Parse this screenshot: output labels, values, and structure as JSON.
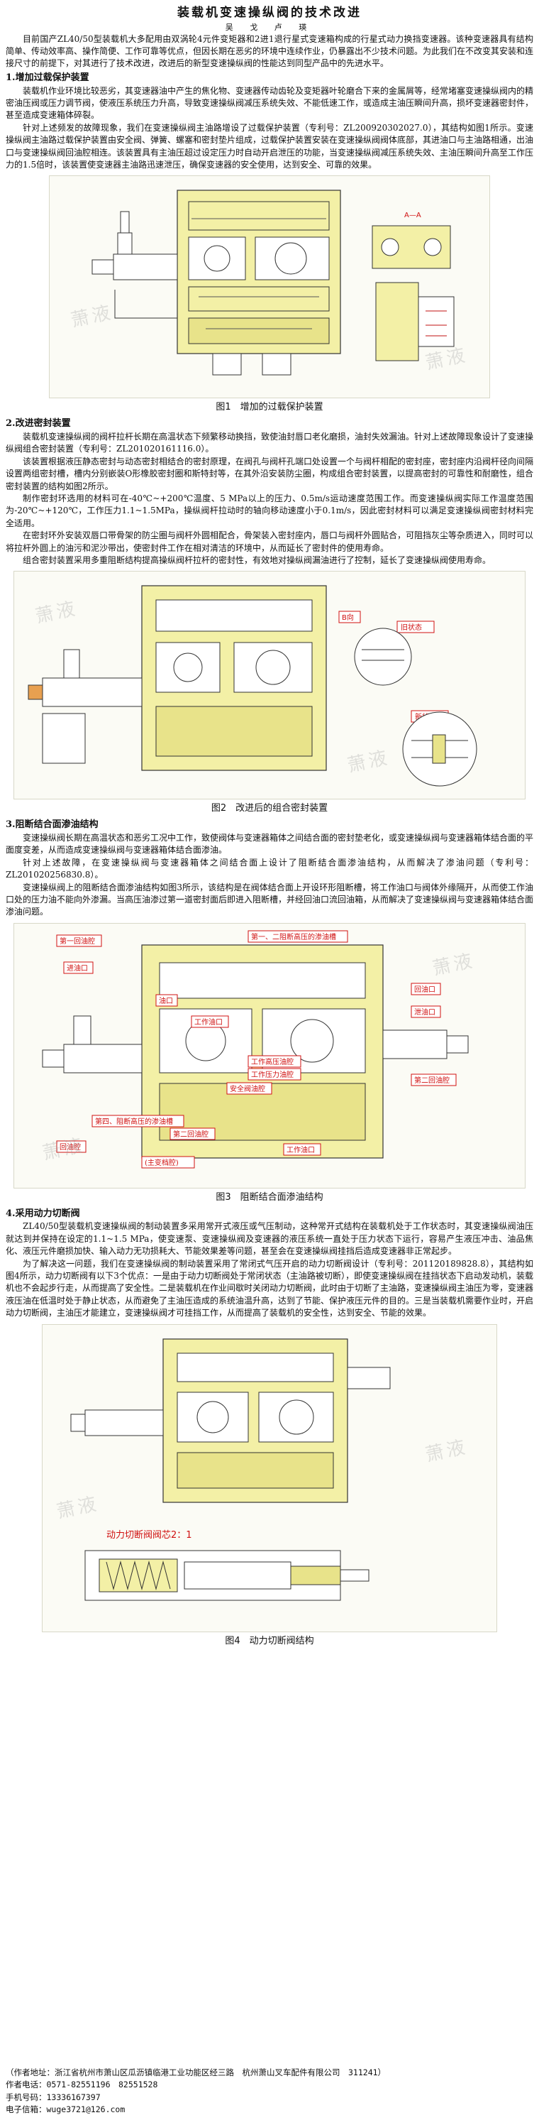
{
  "header": {
    "title": "装载机变速操纵阀的技术改进",
    "author": "吴 戈 卢 瑛"
  },
  "intro": "目前国产ZL40/50型装载机大多配用由双涡轮4元件变矩器和2进1退行星式变速箱构成的行星式动力换挡变速器。该种变速器具有结构简单、传动效率高、操作简便、工作可靠等优点，但因长期在恶劣的环境中连续作业，仍暴露出不少技术问题。为此我们在不改变其安装和连接尺寸的前提下，对其进行了技术改进，改进后的新型变速操纵阀的性能达到同型产品中的先进水平。",
  "sections": [
    {
      "heading": "1.增加过载保护装置",
      "paragraphs": [
        "装载机作业环境比较恶劣，其变速器油中产生的焦化物、变速器传动齿轮及变矩器叶轮磨合下来的金属屑等，经常堵塞变速操纵阀内的精密油压阀或压力调节阀，使液压系统压力升高，导致变速操纵阀减压系统失效、不能低速工作，或造成主油压瞬间升高，损坏变速器密封件，甚至造成变速箱体碎裂。",
        "针对上述频发的故障现象，我们在变速操纵阀主油路增设了过载保护装置（专利号：ZL200920302027.0），其结构如图1所示。变速操纵阀主油路过载保护装置由安全阀、弹簧、螺塞和密封垫片组成，过载保护装置安装在变速操纵阀阀体底部，其进油口与主油路相通，出油口与变速操纵阀回油腔相连。该装置具有主油压超过设定压力时自动开启泄压的功能，当变速操纵阀减压系统失效、主油压瞬间升高至工作压力的1.5倍时，该装置使变速器主油路迅速泄压，确保变速器的安全使用，达到安全、可靠的效果。"
      ],
      "figure": {
        "caption": "图1　增加的过载保护装置",
        "section_label": "A—A"
      }
    },
    {
      "heading": "2.改进密封装置",
      "paragraphs": [
        "装载机变速操纵阀的阀杆拉杆长期在高温状态下频繁移动换挡，致使油封唇口老化磨损，油封失效漏油。针对上述故障现象设计了变速操纵阀组合密封装置（专利号：ZL201020161116.0）。",
        "该装置根据液压静态密封与动态密封相结合的密封原理，在阀孔与阀杆孔端口处设置一个与阀杆相配的密封座，密封座内沿阀杆径向间隔设置两组密封槽，槽内分别嵌装O形橡胶密封圈和斯特封等，在其外沿安装防尘圈，构成组合密封装置，以提高密封的可靠性和耐磨性，组合密封装置的结构如图2所示。",
        "制作密封环选用的材料可在-40℃~+200℃温度、5 MPa以上的压力、0.5m/s运动速度范围工作。而变速操纵阀实际工作温度范围为-20℃~+120℃，工作压力1.1~1.5MPa，操纵阀杆拉动时的轴向移动速度小于0.1m/s，因此密封材料可以满足变速操纵阀密封材料完全适用。",
        "在密封环外安装双唇口带骨架的防尘圈与阀杆外圆相配合，骨架装入密封座内，唇口与阀杆外圆贴合，可阻挡灰尘等杂质进入，同时可以将拉杆外圆上的油污和泥沙带出，使密封件工作在相对清洁的环境中，从而延长了密封件的使用寿命。",
        "组合密封装置采用多重阻断结构提高操纵阀杆拉杆的密封性，有效地对操纵阀漏油进行了控制，延长了变速操纵阀使用寿命。"
      ],
      "figure": {
        "caption": "图2　改进后的组合密封装置",
        "labels": [
          "B向",
          "旧状态",
          "新状态"
        ]
      }
    },
    {
      "heading": "3.阻断结合面渗油结构",
      "paragraphs": [
        "变速操纵阀长期在高温状态和恶劣工况中工作，致使阀体与变速器箱体之间结合面的密封垫老化，或变速操纵阀与变速器箱体结合面的平面度变差，从而造成变速操纵阀与变速器箱体结合面渗油。",
        "针对上述故障，在变速操纵阀与变速器箱体之间结合面上设计了阻断结合面渗油结构，从而解决了渗油问题（专利号：ZL201020256830.8）。",
        "变速操纵阀上的阻断结合面渗油结构如图3所示，该结构是在阀体结合面上开设环形阻断槽，将工作油口与阀体外缘隔开，从而使工作油口处的压力油不能向外渗漏。当高压油渗过第一道密封面后即进入阻断槽，并经回油口流回油箱，从而解决了变速操纵阀与变速器箱体结合面渗油问题。"
      ],
      "figure": {
        "caption": "图3　阻断结合面渗油结构",
        "labels": [
          "第一回油腔",
          "第一、二阻断高压的渗油槽",
          "进油口",
          "回油口",
          "油口",
          "泄油口",
          "工作油口",
          "工作高压油腔",
          "工作压力油腔",
          "安全阀油腔",
          "第二回油腔",
          "第四、阻断高压的渗油槽",
          "第二回油腔",
          "回油腔",
          "(主变档腔)",
          "工作油口"
        ]
      }
    },
    {
      "heading": "4.采用动力切断阀",
      "paragraphs": [
        "ZL40/50型装载机变速操纵阀的制动装置多采用常开式液压或气压制动，这种常开式结构在装载机处于工作状态时，其变速操纵阀油压就达到并保持在设定的1.1~1.5 MPa，使变速泵、变速操纵阀及变速器的液压系统一直处于压力状态下运行，容易产生液压冲击、油品焦化、液压元件磨损加快、输入动力无功损耗大、节能效果差等问题，甚至会在变速操纵阀挂挡后造成变速器非正常起步。",
        "为了解决这一问题，我们在变速操纵阀的制动装置采用了常闭式气压开启的动力切断阀设计（专利号：201120189828.8），其结构如图4所示，动力切断阀有以下3个优点：一是由于动力切断阀处于常闭状态（主油路被切断），即使变速操纵阀在挂挡状态下启动发动机，装载机也不会起步行走，从而提高了安全性。二是装载机在作业间歇时关闭动力切断阀，此时由于切断了主油路，变速操纵阀主油压为零，变速器液压油在低温时处于静止状态，从而避免了主油压造成的系统油温升高，达到了节能、保护液压元件的目的。三是当装载机需要作业时，开启动力切断阀，主油压才能建立，变速操纵阀才可挂挡工作，从而提高了装载机的安全性，达到安全、节能的效果。"
      ],
      "figure": {
        "caption": "图4　动力切断阀结构",
        "detail_label": "动力切断阀阀芯2：1"
      }
    }
  ],
  "watermark": "萧液",
  "footer": {
    "address_label": "（作者地址：",
    "address": "浙江省杭州市萧山区瓜沥镇临港工业功能区经三路　杭州萧山叉车配件有限公司　311241）",
    "phone_label": "作者电话：",
    "phone": "0571-82551196　82551528",
    "mobile_label": "手机号码：",
    "mobile": "13336167397",
    "email_label": "电子信箱：",
    "email": "wuge3721@126.com"
  }
}
